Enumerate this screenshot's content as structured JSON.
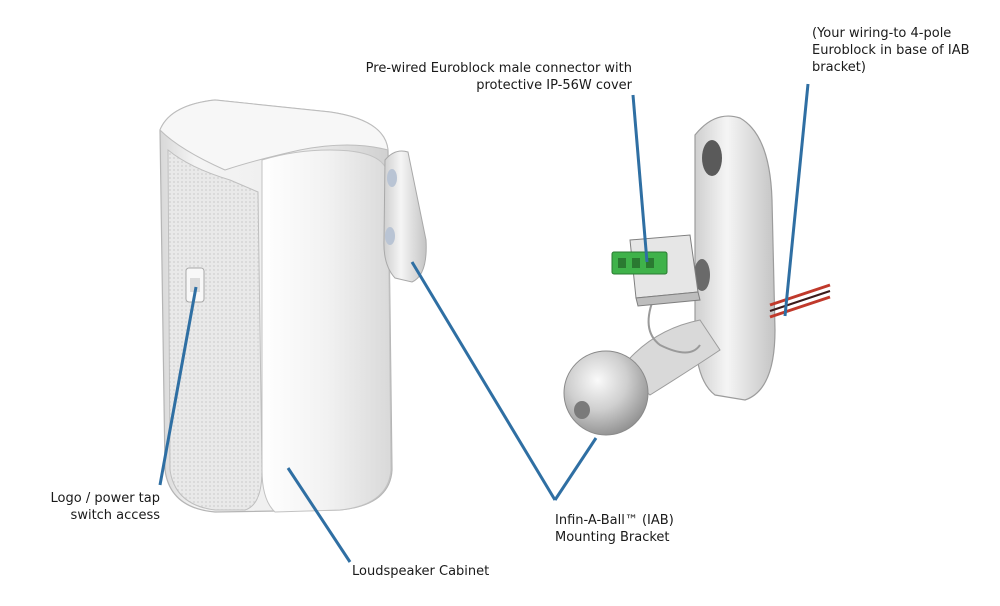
{
  "labels": {
    "connector": {
      "line1": "Pre-wired Euroblock male connector with",
      "line2": "protective IP-56W cover"
    },
    "wiring": {
      "line1": "(Your wiring-to 4-pole",
      "line2": "Euroblock in base of IAB",
      "line3": "bracket)"
    },
    "logo": {
      "line1": "Logo / power tap",
      "line2": "switch access"
    },
    "bracket": {
      "line1": "Infin-A-Ball™ (IAB)",
      "line2": "Mounting Bracket"
    },
    "cabinet": {
      "line1": "Loudspeaker Cabinet"
    }
  },
  "colors": {
    "leader_line": "#2f6fa3",
    "connector_green": "#3fb24a",
    "wire_red": "#c0392b"
  }
}
